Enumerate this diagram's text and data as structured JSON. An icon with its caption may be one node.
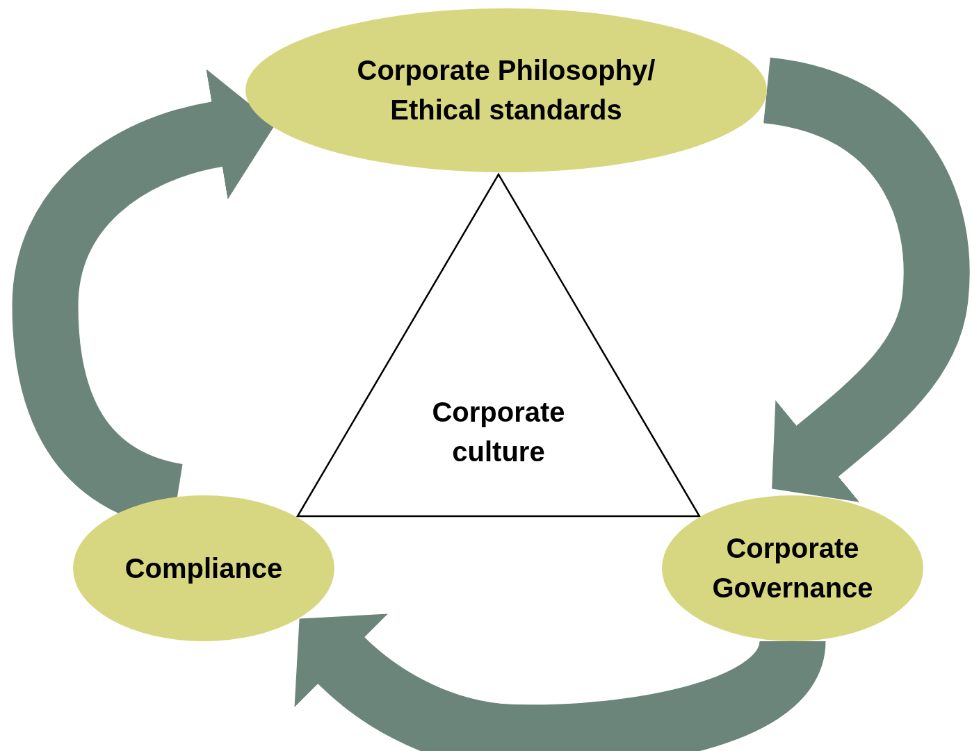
{
  "diagram": {
    "nodes": [
      {
        "text": [
          "Corporate Philosophy/ Ethical standards"
        ]
      },
      {
        "text": [
          "Corporate culture"
        ]
      },
      {
        "text": [
          "Compliance"
        ]
      },
      {
        "text": [
          "Corporate Governance"
        ]
      }
    ],
    "edges": [
      {
        "from": 0,
        "to": 3,
        "arrow": "to"
      },
      {
        "from": 3,
        "to": 2,
        "arrow": "to"
      },
      {
        "from": 2,
        "to": 0,
        "arrow": "to"
      }
    ]
  }
}
